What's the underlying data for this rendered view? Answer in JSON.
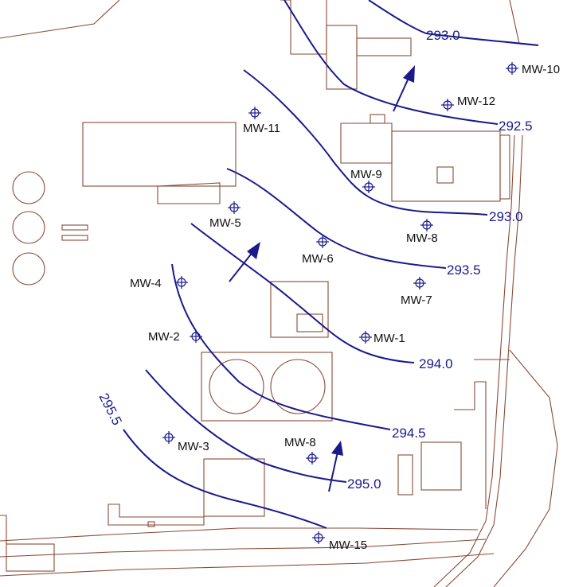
{
  "colors": {
    "contour": "#1a1a8c",
    "building": "#8a4a36",
    "well": "#1a1a8c",
    "label": "#111111"
  },
  "contours": [
    {
      "label": "293.0"
    },
    {
      "label": "292.5"
    },
    {
      "label": "293.0"
    },
    {
      "label": "293.5"
    },
    {
      "label": "294.0"
    },
    {
      "label": "294.5"
    },
    {
      "label": "295.0"
    },
    {
      "label": "295.5"
    }
  ],
  "wells": [
    {
      "id": "MW-10"
    },
    {
      "id": "MW-12"
    },
    {
      "id": "MW-11"
    },
    {
      "id": "MW-9"
    },
    {
      "id": "MW-5"
    },
    {
      "id": "MW-8"
    },
    {
      "id": "MW-6"
    },
    {
      "id": "MW-7"
    },
    {
      "id": "MW-4"
    },
    {
      "id": "MW-1"
    },
    {
      "id": "MW-2"
    },
    {
      "id": "MW-3"
    },
    {
      "id": "MW-8"
    },
    {
      "id": "MW-15"
    }
  ],
  "flow_arrows": [
    {
      "icon": "flow-direction-arrow-icon"
    },
    {
      "icon": "flow-direction-arrow-icon"
    },
    {
      "icon": "flow-direction-arrow-icon"
    }
  ]
}
